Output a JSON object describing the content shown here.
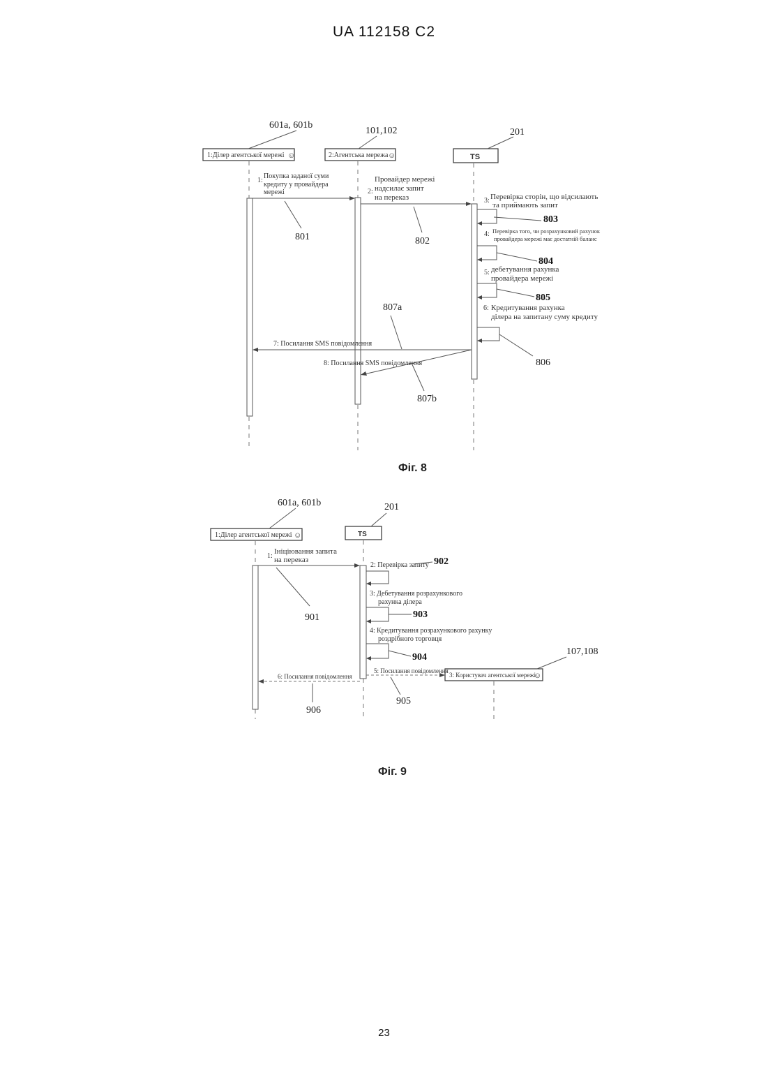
{
  "header": {
    "doc_number": "UA   112158   C2"
  },
  "page_number": "23",
  "fig8": {
    "caption": "Фіг. 8",
    "actors": {
      "dealer": "1:Ділер агентської мережі",
      "network": "2:Агентська мережа",
      "ts": "TS"
    },
    "refs": {
      "dealer": "601a, 601b",
      "network": "101,102",
      "ts": "201",
      "r801": "801",
      "r802": "802",
      "r803": "803",
      "r804": "804",
      "r805": "805",
      "r806": "806",
      "r807a": "807a",
      "r807b": "807b"
    },
    "messages": {
      "m1_num": "1:",
      "m1_l1": "Покупка заданої суми",
      "m1_l2": "кредиту у провайдера",
      "m1_l3": "мережі",
      "m2_num": "2:",
      "m2_l1": "Провайдер мережі",
      "m2_l2": "надсилає запит",
      "m2_l3": "на переказ",
      "m3_num": "3:",
      "m3_l1": "Перевірка сторін, що відсилають",
      "m3_l2": "та приймають запит",
      "m4_num": "4:",
      "m4_l1": "Перевірка того, чи розрахунковий рахунок",
      "m4_l2": "провайдера мережі має достатній баланс",
      "m5_num": "5:",
      "m5_l1": "дебетування рахунка",
      "m5_l2": "провайдера мережі",
      "m6_num": "6:",
      "m6_l1": "Кредитування рахунка",
      "m6_l2": "ділера на запитану суму кредиту",
      "m7": "7: Посилання SMS повідомлення",
      "m8": "8: Посилання SMS повідомлення"
    }
  },
  "fig9": {
    "caption": "Фіг. 9",
    "actors": {
      "dealer": "1:Ділер агентської мережі",
      "ts": "TS",
      "user": "3: Користувач агентської мережі"
    },
    "refs": {
      "dealer": "601a, 601b",
      "ts": "201",
      "user": "107,108",
      "r901": "901",
      "r902": "902",
      "r903": "903",
      "r904": "904",
      "r905": "905",
      "r906": "906"
    },
    "messages": {
      "m1_num": "1:",
      "m1_l1": "Ініціювання запита",
      "m1_l2": "на переказ",
      "m2": "2: Перевірка запиту",
      "m3_num": "3:",
      "m3_l1": "Дебетування розрахункового",
      "m3_l2": "рахунка ділера",
      "m4_num": "4:",
      "m4_l1": "Кредитування розрахункового рахунку",
      "m4_l2": "роздрібного торговця",
      "m5": "5: Посилання повідомлення",
      "m6": "6: Посилання повідомлення"
    }
  }
}
